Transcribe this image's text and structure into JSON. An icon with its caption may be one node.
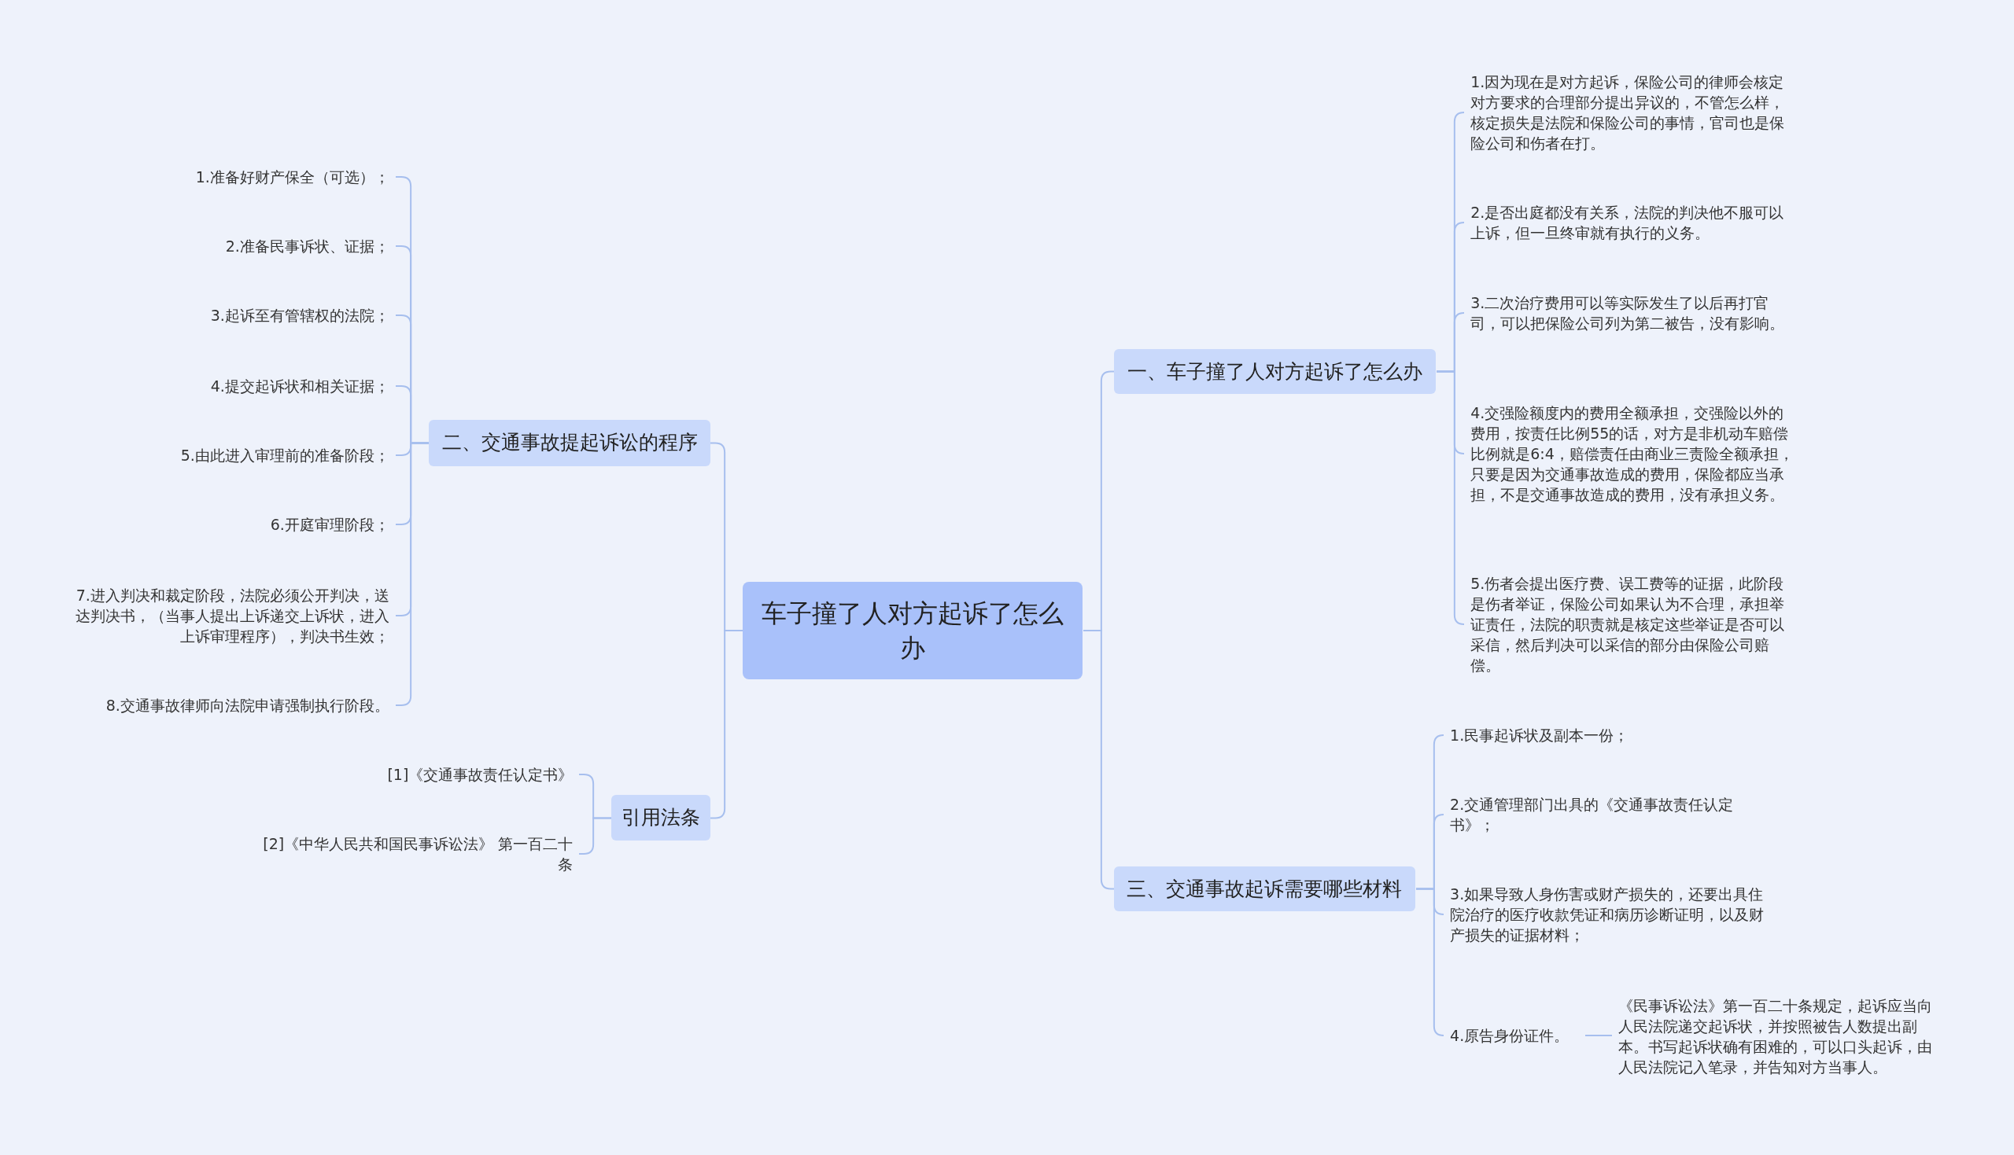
{
  "diagram": {
    "nodes": [
      {
        "text": [
          "车子撞了人对方起诉了怎么办"
        ]
      },
      {
        "text": [
          "一、车子撞了人对方起诉了怎么办"
        ]
      },
      {
        "text": [
          "1.因为现在是对方起诉，保险公司的律师会核定对方要求的合理部分提出异议的，不管怎么样，核定损失是法院和保险公司的事情，官司也是保险公司和伤者在打。"
        ]
      },
      {
        "text": [
          "2.是否出庭都没有关系，法院的判决他不服可以上诉，但一旦终审就有执行的义务。"
        ]
      },
      {
        "text": [
          "3.二次治疗费用可以等实际发生了以后再打官司，可以把保险公司列为第二被告，没有影响。"
        ]
      },
      {
        "text": [
          "4.交强险额度内的费用全额承担，交强险以外的费用，按责任比例55的话，对方是非机动车赔偿比例就是6:4，赔偿责任由商业三责险全额承担，只要是因为交通事故造成的费用，保险都应当承担，不是交通事故造成的费用，没有承担义务。"
        ]
      },
      {
        "text": [
          "5.伤者会提出医疗费、误工费等的证据，此阶段是伤者举证，保险公司如果认为不合理，承担举证责任，法院的职责就是核定这些举证是否可以采信，然后判决可以采信的部分由保险公司赔偿。"
        ]
      },
      {
        "text": [
          "二、交通事故提起诉讼的程序"
        ]
      },
      {
        "text": [
          "1.准备好财产保全（可选）；"
        ]
      },
      {
        "text": [
          "2.准备民事诉状、证据；"
        ]
      },
      {
        "text": [
          "3.起诉至有管辖权的法院；"
        ]
      },
      {
        "text": [
          "4.提交起诉状和相关证据；"
        ]
      },
      {
        "text": [
          "5.由此进入审理前的准备阶段；"
        ]
      },
      {
        "text": [
          "6.开庭审理阶段；"
        ]
      },
      {
        "text": [
          "7.进入判决和裁定阶段，法院必须公开判决，送达判决书，（当事人提出上诉递交上诉状，进入上诉审理程序），判决书生效；"
        ]
      },
      {
        "text": [
          "8.交通事故律师向法院申请强制执行阶段。"
        ]
      },
      {
        "text": [
          "三、交通事故起诉需要哪些材料"
        ]
      },
      {
        "text": [
          "1.民事起诉状及副本一份；"
        ]
      },
      {
        "text": [
          "2.交通管理部门出具的《交通事故责任认定书》；"
        ]
      },
      {
        "text": [
          "3.如果导致人身伤害或财产损失的，还要出具住院治疗的医疗收款凭证和病历诊断证明，以及财产损失的证据材料；"
        ]
      },
      {
        "text": [
          "4.原告身份证件。"
        ]
      },
      {
        "text": [
          "《民事诉讼法》第一百二十条规定，起诉应当向人民法院递交起诉状，并按照被告人数提出副本。书写起诉状确有困难的，可以口头起诉，由人民法院记入笔录，并告知对方当事人。"
        ]
      },
      {
        "text": [
          "引用法条"
        ]
      },
      {
        "text": [
          "[1]《交通事故责任认定书》"
        ]
      },
      {
        "text": [
          "[2]《中华人民共和国民事诉讼法》 第一百二十条"
        ]
      }
    ],
    "edges": [
      {
        "from": 0,
        "to": 1,
        "arrow": "none"
      },
      {
        "from": 1,
        "to": 2,
        "arrow": "none"
      },
      {
        "from": 1,
        "to": 3,
        "arrow": "none"
      },
      {
        "from": 1,
        "to": 4,
        "arrow": "none"
      },
      {
        "from": 1,
        "to": 5,
        "arrow": "none"
      },
      {
        "from": 1,
        "to": 6,
        "arrow": "none"
      },
      {
        "from": 0,
        "to": 7,
        "arrow": "none"
      },
      {
        "from": 7,
        "to": 8,
        "arrow": "none"
      },
      {
        "from": 7,
        "to": 9,
        "arrow": "none"
      },
      {
        "from": 7,
        "to": 10,
        "arrow": "none"
      },
      {
        "from": 7,
        "to": 11,
        "arrow": "none"
      },
      {
        "from": 7,
        "to": 12,
        "arrow": "none"
      },
      {
        "from": 7,
        "to": 13,
        "arrow": "none"
      },
      {
        "from": 7,
        "to": 14,
        "arrow": "none"
      },
      {
        "from": 7,
        "to": 15,
        "arrow": "none"
      },
      {
        "from": 0,
        "to": 16,
        "arrow": "none"
      },
      {
        "from": 16,
        "to": 17,
        "arrow": "none"
      },
      {
        "from": 16,
        "to": 18,
        "arrow": "none"
      },
      {
        "from": 16,
        "to": 19,
        "arrow": "none"
      },
      {
        "from": 16,
        "to": 20,
        "arrow": "none"
      },
      {
        "from": 20,
        "to": 21,
        "arrow": "none"
      },
      {
        "from": 0,
        "to": 22,
        "arrow": "none"
      },
      {
        "from": 22,
        "to": 23,
        "arrow": "none"
      },
      {
        "from": 22,
        "to": 24,
        "arrow": "none"
      }
    ]
  }
}
